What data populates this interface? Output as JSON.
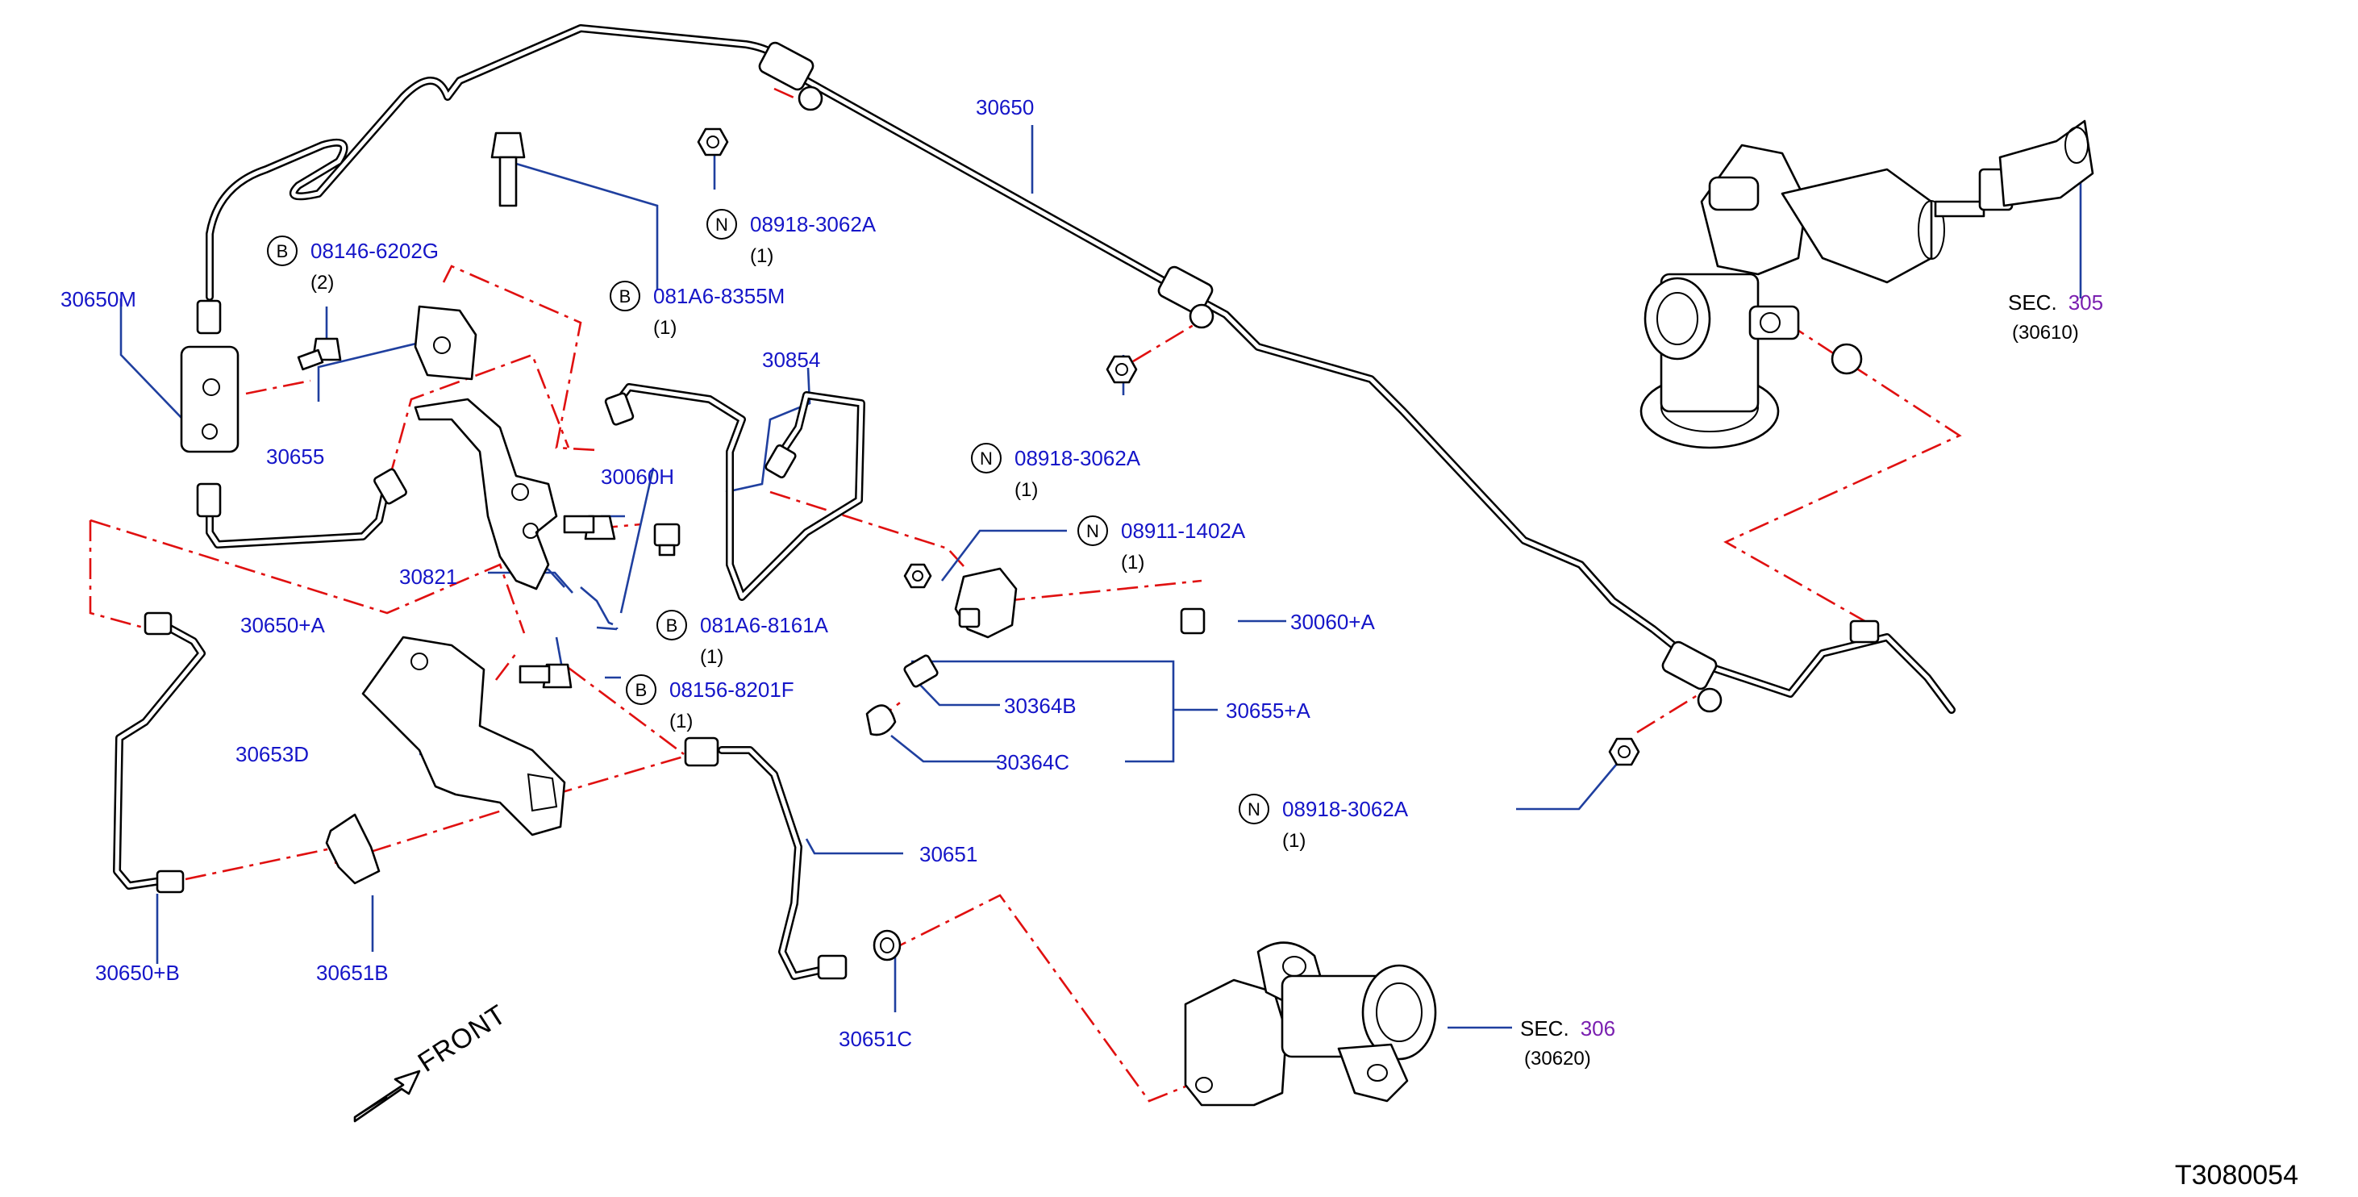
{
  "diagram_code": "T3080054",
  "front_label": "FRONT",
  "sections": [
    {
      "name": "sec-305",
      "prefix": "SEC.",
      "number": "305",
      "ref": "(30610)"
    },
    {
      "name": "sec-306",
      "prefix": "SEC.",
      "number": "306",
      "ref": "(30620)"
    }
  ],
  "callouts": {
    "c30650": {
      "label": "30650"
    },
    "c30650M": {
      "label": "30650M"
    },
    "c08146": {
      "marker": "B",
      "label": "08146-6202G",
      "qty": "(2)"
    },
    "c081A6": {
      "marker": "B",
      "label": "081A6-8355M",
      "qty": "(1)"
    },
    "c08918a": {
      "marker": "N",
      "label": "08918-3062A",
      "qty": "(1)"
    },
    "c08918b": {
      "marker": "N",
      "label": "08918-3062A",
      "qty": "(1)"
    },
    "c08918c": {
      "marker": "N",
      "label": "08918-3062A",
      "qty": "(1)"
    },
    "c08911": {
      "marker": "N",
      "label": "08911-1402A",
      "qty": "(1)"
    },
    "c30854": {
      "label": "30854"
    },
    "c30655": {
      "label": "30655"
    },
    "c30060H": {
      "label": "30060H"
    },
    "c30821": {
      "label": "30821"
    },
    "c30650A": {
      "label": "30650+A"
    },
    "c081x": {
      "marker": "B",
      "label": "081A6-8161A",
      "qty": "(1)"
    },
    "c3006x": {
      "label": "30060+A"
    },
    "c08156": {
      "marker": "B",
      "label": "08156-8201F",
      "qty": "(1)"
    },
    "c30653D": {
      "label": "30653D"
    },
    "c30364B": {
      "label": "30364B"
    },
    "c30364C": {
      "label": "30364C"
    },
    "c30655A": {
      "label": "30655+A"
    },
    "c30651": {
      "label": "30651"
    },
    "c30650B": {
      "label": "30650+B"
    },
    "c30651B": {
      "label": "30651B"
    },
    "c30651C": {
      "label": "30651C"
    }
  }
}
